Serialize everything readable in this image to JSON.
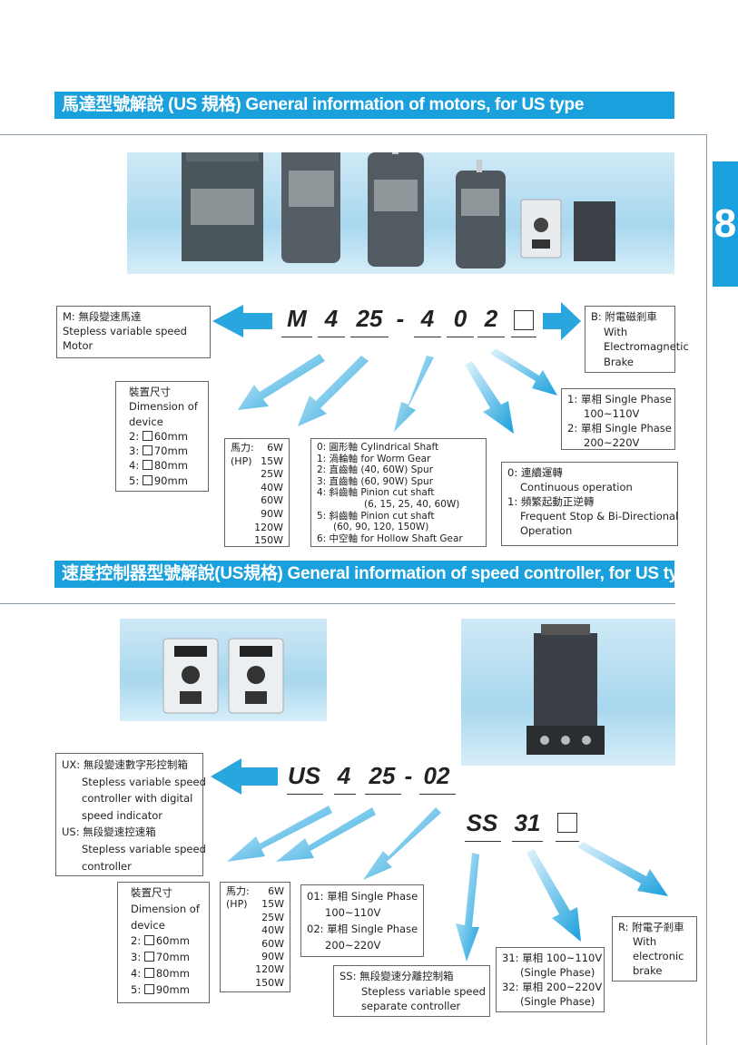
{
  "motor_section": {
    "title": "馬達型號解說 (US 規格) General information of motors,  for US type",
    "code": [
      "M",
      "4",
      "25",
      "-",
      "4",
      "0",
      "2"
    ],
    "type_box": [
      "M: 無段變速馬達",
      "Stepless variable speed",
      "Motor"
    ],
    "brake_box": [
      "B: 附電磁剎車",
      "With",
      "Electromagnetic",
      "Brake"
    ],
    "dimension_box": {
      "title": "裝置尺寸",
      "lines": [
        "Dimension of",
        "device"
      ],
      "sizes": [
        "60mm",
        "70mm",
        "80mm",
        "90mm"
      ],
      "size_prefixes": [
        "2:",
        "3:",
        "4:",
        "5:"
      ]
    },
    "power_box": {
      "label": "馬力:",
      "hp": "(HP)",
      "values": [
        "6W",
        "15W",
        "25W",
        "40W",
        "60W",
        "90W",
        "120W",
        "150W"
      ]
    },
    "shaft_box": [
      "0: 圓形軸 Cylindrical Shaft",
      "1: 渦輪軸 for Worm Gear",
      "2: 直齒軸 (40, 60W) Spur",
      "3: 直齒軸 (60, 90W) Spur",
      "4: 斜齒軸 Pinion cut shaft",
      "(6, 15, 25, 40, 60W)",
      "5: 斜齒軸 Pinion cut shaft",
      "(60, 90, 120, 150W)",
      "6: 中空軸 for Hollow Shaft Gear"
    ],
    "phase_box": [
      "1: 單相 Single Phase",
      "100~110V",
      "2: 單相 Single Phase",
      "200~220V"
    ],
    "operation_box": [
      "0: 連續運轉",
      "Continuous operation",
      "1: 頻繁起動正逆轉",
      "Frequent Stop & Bi-Directional",
      "Operation"
    ]
  },
  "controller_section": {
    "title": "速度控制器型號解說(US規格) General information of speed controller, for US type",
    "code": [
      "US",
      "4",
      "25",
      "-",
      "02"
    ],
    "code2": [
      "SS",
      "31"
    ],
    "type_box": [
      "UX: 無段變速數字形控制箱",
      "Stepless variable speed",
      "controller with digital",
      "speed indicator",
      "US: 無段變速控速箱",
      "Stepless variable speed",
      "controller"
    ],
    "dimension_box": {
      "title": "裝置尺寸",
      "lines": [
        "Dimension of",
        "device"
      ],
      "sizes": [
        "60mm",
        "70mm",
        "80mm",
        "90mm"
      ],
      "size_prefixes": [
        "2:",
        "3:",
        "4:",
        "5:"
      ]
    },
    "power_box": {
      "label": "馬力:",
      "hp": "(HP)",
      "values": [
        "6W",
        "15W",
        "25W",
        "40W",
        "60W",
        "90W",
        "120W",
        "150W"
      ]
    },
    "phase_box": [
      "01: 單相 Single Phase",
      "100~110V",
      "02: 單相 Single Phase",
      "200~220V"
    ],
    "ss_box": [
      "SS: 無段變速分離控制箱",
      "Stepless variable speed",
      "separate controller"
    ],
    "phase31_box": [
      "31: 單相 100~110V",
      "(Single Phase)",
      "32: 單相 200~220V",
      "(Single Phase)"
    ],
    "brake_box": [
      "R: 附電子剎車",
      "With",
      "electronic",
      "brake"
    ]
  },
  "side_tab": "8",
  "colors": {
    "accent": "#1aa0dc",
    "photo_bg": "#bfe3f4"
  }
}
